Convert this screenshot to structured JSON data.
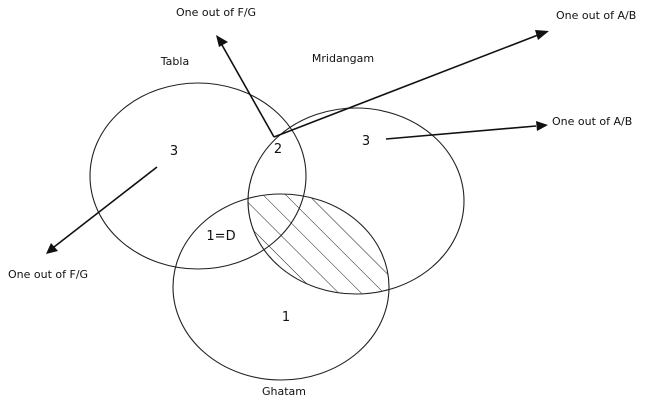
{
  "sets": {
    "tabla": "Tabla",
    "mridangam": "Mridangam",
    "ghatam": "Ghatam"
  },
  "regions": {
    "tabla_only": "3",
    "tabla_mridangam_only": "2",
    "mridangam_only": "3",
    "tabla_ghatam_only": "1=D",
    "ghatam_only": "1"
  },
  "annotations": {
    "top_left": "One out of F/G",
    "top_right": "One out of A/B",
    "right": "One out of A/B",
    "bottom_left": "One out of F/G"
  },
  "style": {
    "line_color": "#222222",
    "background": "#ffffff"
  }
}
